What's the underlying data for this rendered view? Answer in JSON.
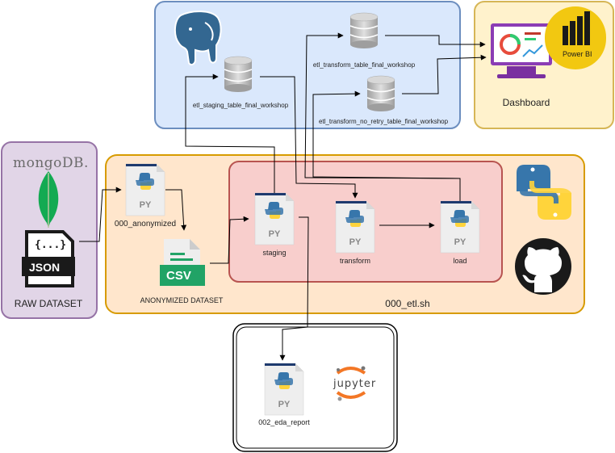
{
  "containers": {
    "etl_group": "000_etl.sh"
  },
  "sources": {
    "raw_dataset": "RAW DATASET",
    "mongodb_logo": "mongoDB.",
    "json_badge": "JSON",
    "json_braces": "{...}"
  },
  "files": {
    "anonymized_script": "000_anonymized",
    "anonymized_dataset": "ANONYMIZED DATASET",
    "csv_badge": "CSV",
    "staging_script": "staging",
    "transform_script": "transform",
    "load_script": "load",
    "eda_script": "002_eda_report",
    "py_label": "PY"
  },
  "tables": {
    "staging": "etl_staging_table_final_workshop",
    "transform": "etl_transform_table_final_workshop",
    "no_retry": "etl_transform_no_retry_table_final_workshop"
  },
  "dashboard": {
    "label": "Dashboard",
    "powerbi_label": "Power BI"
  },
  "jupyter": {
    "label": "jupyter"
  },
  "colors": {
    "postgres_bg": "#dae8fc",
    "postgres_border": "#6c8ebf",
    "dashboard_bg": "#fff2cc",
    "dashboard_border": "#d6b656",
    "etl_bg": "#ffe6cc",
    "etl_border": "#d79b00",
    "inner_bg": "#f8cecc",
    "inner_border": "#b85450",
    "mongo_bg": "#e1d5e7",
    "mongo_border": "#9673a6"
  }
}
